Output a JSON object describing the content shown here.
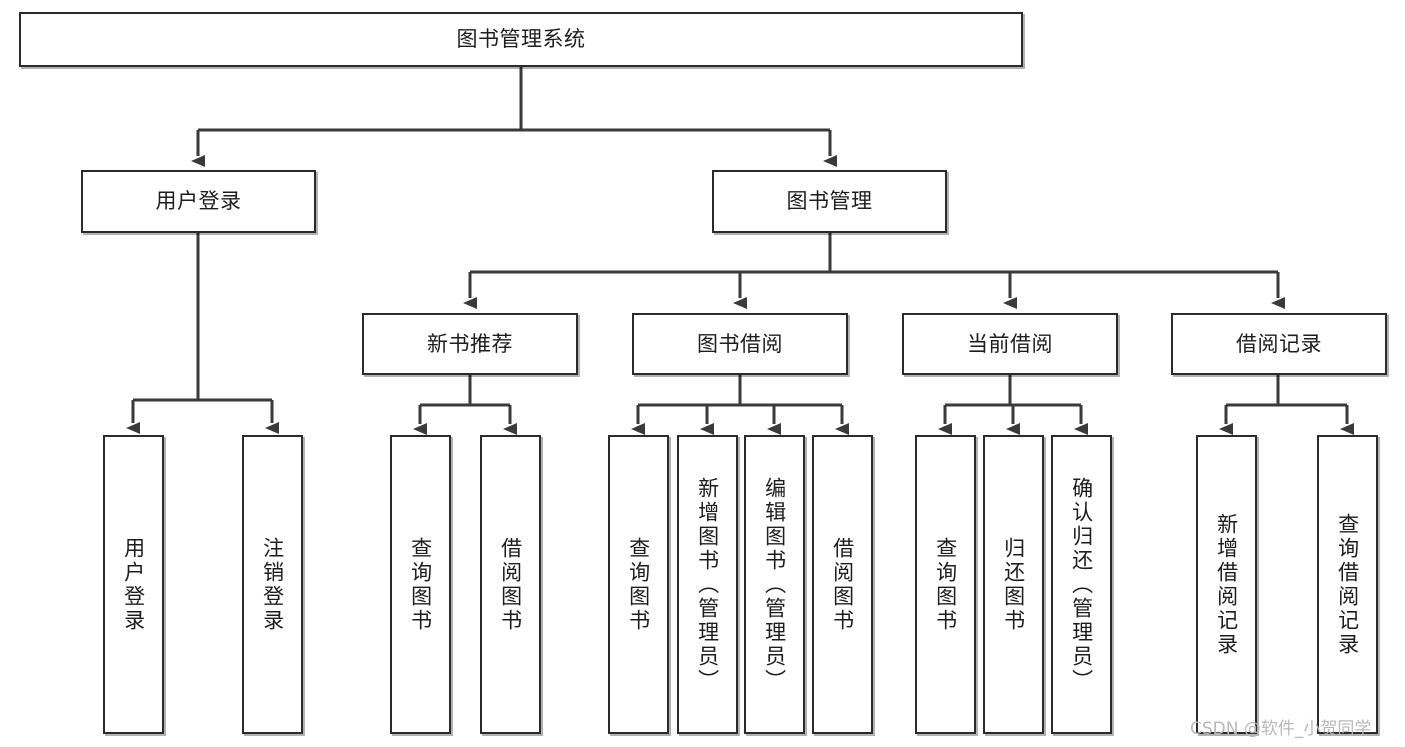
{
  "diagram": {
    "type": "tree-hierarchy",
    "title": "图书管理系统",
    "watermark": "CSDN @软件_小贺同学",
    "colors": {
      "box_border": "#2b2b2b",
      "box_fill": "#ffffff",
      "connector": "#3a3a3a",
      "text": "#1d1d1d",
      "watermark": "#b9b9b9"
    },
    "root": {
      "label": "图书管理系统"
    },
    "level2": [
      {
        "label": "用户登录"
      },
      {
        "label": "图书管理"
      }
    ],
    "level3": [
      {
        "label": "新书推荐"
      },
      {
        "label": "图书借阅"
      },
      {
        "label": "当前借阅"
      },
      {
        "label": "借阅记录"
      }
    ],
    "leaves": {
      "user_login": [
        {
          "label": "用户登录"
        },
        {
          "label": "注销登录"
        }
      ],
      "new_book_recommend": [
        {
          "label": "查询图书"
        },
        {
          "label": "借阅图书"
        }
      ],
      "book_borrow": [
        {
          "label": "查询图书"
        },
        {
          "label": "新增图书（管理员）"
        },
        {
          "label": "编辑图书（管理员）"
        },
        {
          "label": "借阅图书"
        }
      ],
      "current_borrow": [
        {
          "label": "查询图书"
        },
        {
          "label": "归还图书"
        },
        {
          "label": "确认归还（管理员）"
        }
      ],
      "borrow_record": [
        {
          "label": "新增借阅记录"
        },
        {
          "label": "查询借阅记录"
        }
      ]
    }
  }
}
